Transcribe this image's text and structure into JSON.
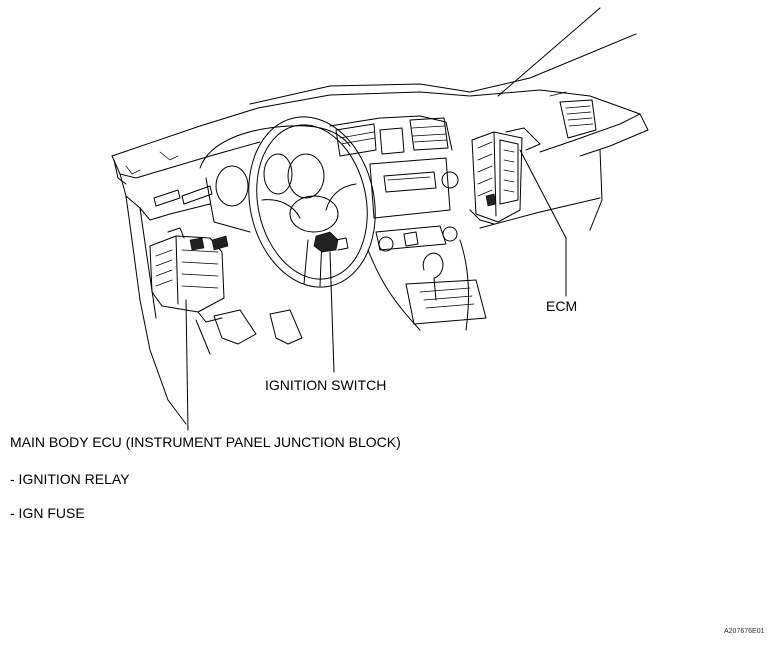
{
  "labels": {
    "ecm": "ECM",
    "ignition_switch": "IGNITION SWITCH",
    "main_body_ecu": "MAIN BODY ECU (INSTRUMENT PANEL JUNCTION BLOCK)",
    "ignition_relay": "- IGNITION RELAY",
    "ign_fuse": "- IGN FUSE"
  },
  "figure_code": "A207676E01",
  "colors": {
    "line": "#000000",
    "background": "#ffffff"
  }
}
